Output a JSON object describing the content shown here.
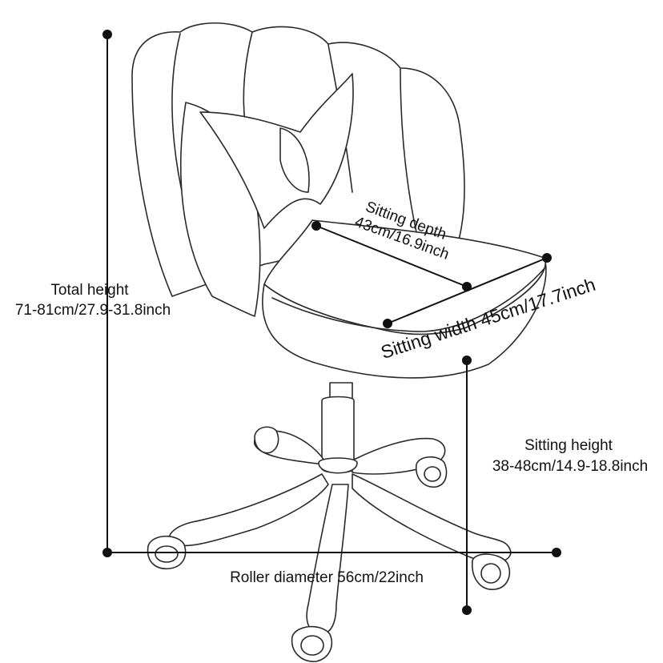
{
  "diagram": {
    "total_height": {
      "name": "Total height",
      "value": "71-81cm/27.9-31.8inch"
    },
    "sitting_depth": {
      "name": "Sitting depth",
      "value": "43cm/16.9inch"
    },
    "sitting_width": {
      "text": "Sitting width 45cm/17.7inch"
    },
    "sitting_height": {
      "name": "Sitting height",
      "value": "38-48cm/14.9-18.8inch"
    },
    "roller_diameter": {
      "text": "Roller diameter 56cm/22inch"
    }
  },
  "colors": {
    "line": "#111111",
    "chair_outline": "#2a2a2a",
    "background": "#ffffff"
  }
}
